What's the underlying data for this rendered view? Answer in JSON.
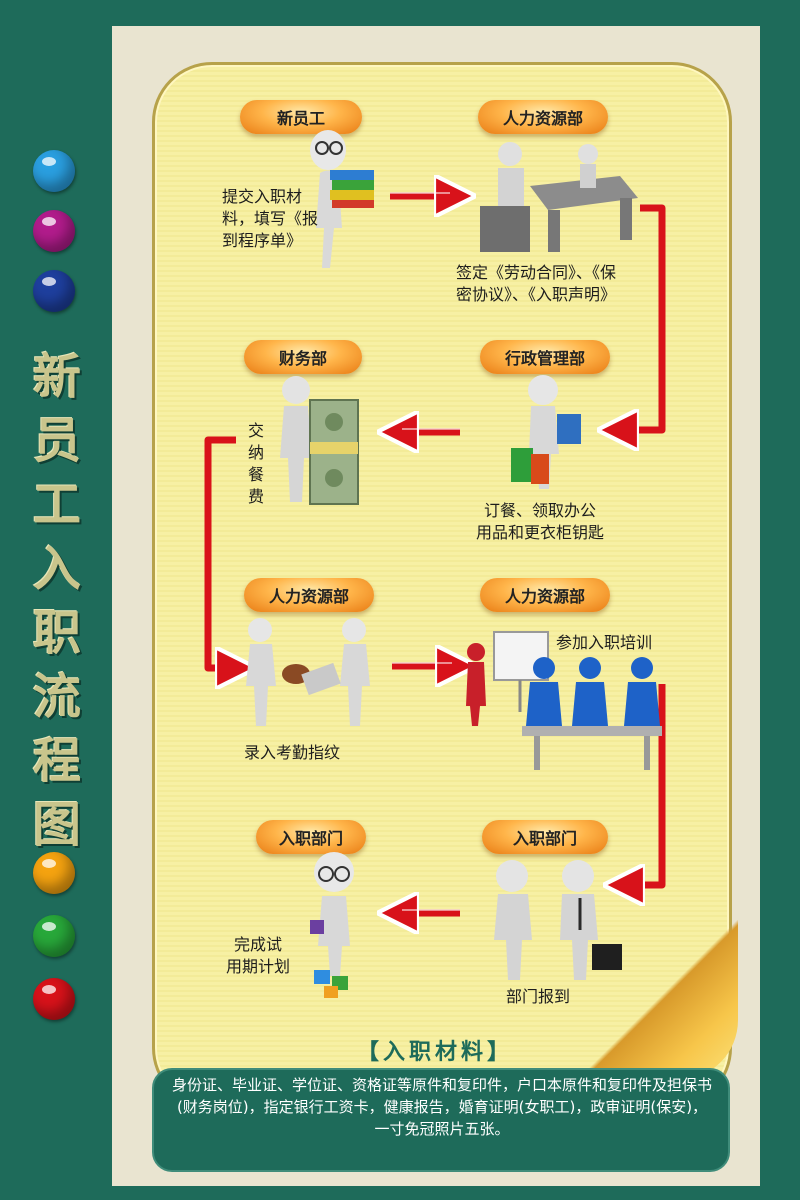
{
  "title_chars": [
    "新",
    "员",
    "工",
    "入",
    "职",
    "流",
    "程",
    "图"
  ],
  "colors": {
    "background": "#1e6b5a",
    "paper": "#f7f0a4",
    "arrow": "#d8121a",
    "pill": "#ffb54a"
  },
  "balls_top": [
    "#2a9fe0",
    "#b21c8c",
    "#1e3f9e"
  ],
  "balls_bottom": [
    "#f5a310",
    "#28a83a",
    "#d8121a"
  ],
  "steps": [
    {
      "dept": "新员工",
      "caption": [
        "提交入职材",
        "料，填写《报",
        "到程序单》"
      ],
      "icon": "person-with-books-icon"
    },
    {
      "dept": "人力资源部",
      "caption": [
        "签定《劳动合同》、《保",
        "密协议》、《入职声明》"
      ],
      "icon": "office-desk-icon"
    },
    {
      "dept": "行政管理部",
      "caption": [
        "订餐、领取办公",
        "用品和更衣柜钥匙"
      ],
      "icon": "person-shopping-bags-icon"
    },
    {
      "dept": "财务部",
      "caption": [
        "交",
        "纳",
        "餐",
        "费"
      ],
      "icon": "money-stack-icon"
    },
    {
      "dept": "人力资源部",
      "caption": [
        "录入考勤指纹"
      ],
      "icon": "people-stamp-icon"
    },
    {
      "dept": "人力资源部",
      "caption": [
        "参加入职培训"
      ],
      "icon": "training-class-icon"
    },
    {
      "dept": "入职部门",
      "caption": [
        "部门报到"
      ],
      "icon": "handshake-icon"
    },
    {
      "dept": "入职部门",
      "caption": [
        "完成试",
        "用期计划"
      ],
      "icon": "person-puzzle-icon"
    }
  ],
  "materials": {
    "title": "【入职材料】",
    "text": "身份证、毕业证、学位证、资格证等原件和复印件，户口本原件和复印件及担保书(财务岗位)，指定银行工资卡，健康报告，婚育证明(女职工)，政审证明(保安)，一寸免冠照片五张。"
  }
}
